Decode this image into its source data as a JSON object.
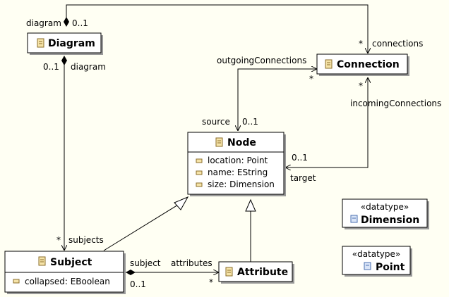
{
  "classes": {
    "diagram": {
      "name": "Diagram"
    },
    "connection": {
      "name": "Connection"
    },
    "node": {
      "name": "Node",
      "attributes": [
        "location: Point",
        "name: EString",
        "size: Dimension"
      ]
    },
    "subject": {
      "name": "Subject",
      "attributes": [
        "collapsed: EBoolean"
      ]
    },
    "attribute": {
      "name": "Attribute"
    },
    "dimension": {
      "stereotype": "«datatype»",
      "name": "Dimension"
    },
    "point": {
      "stereotype": "«datatype»",
      "name": "Point"
    }
  },
  "labels": {
    "diagram_role_top": "diagram",
    "diagram_mult_top": "0..1",
    "connections_mult": "*",
    "connections_role": "connections",
    "subject_diagram_mult": "0..1",
    "subject_diagram_role": "diagram",
    "outgoing_role": "outgoingConnections",
    "outgoing_mult": "*",
    "incoming_mult": "*",
    "incoming_role": "incomingConnections",
    "source_role": "source",
    "source_mult": "0..1",
    "target_mult": "0..1",
    "target_role": "target",
    "subjects_mult": "*",
    "subjects_role": "subjects",
    "attr_subject_role": "subject",
    "attr_subject_mult": "0..1",
    "attributes_role": "attributes",
    "attributes_mult": "*"
  },
  "colors": {
    "background": "#fffff3",
    "class_icon": "#c8a55a",
    "datatype_icon": "#4a6fb0"
  }
}
